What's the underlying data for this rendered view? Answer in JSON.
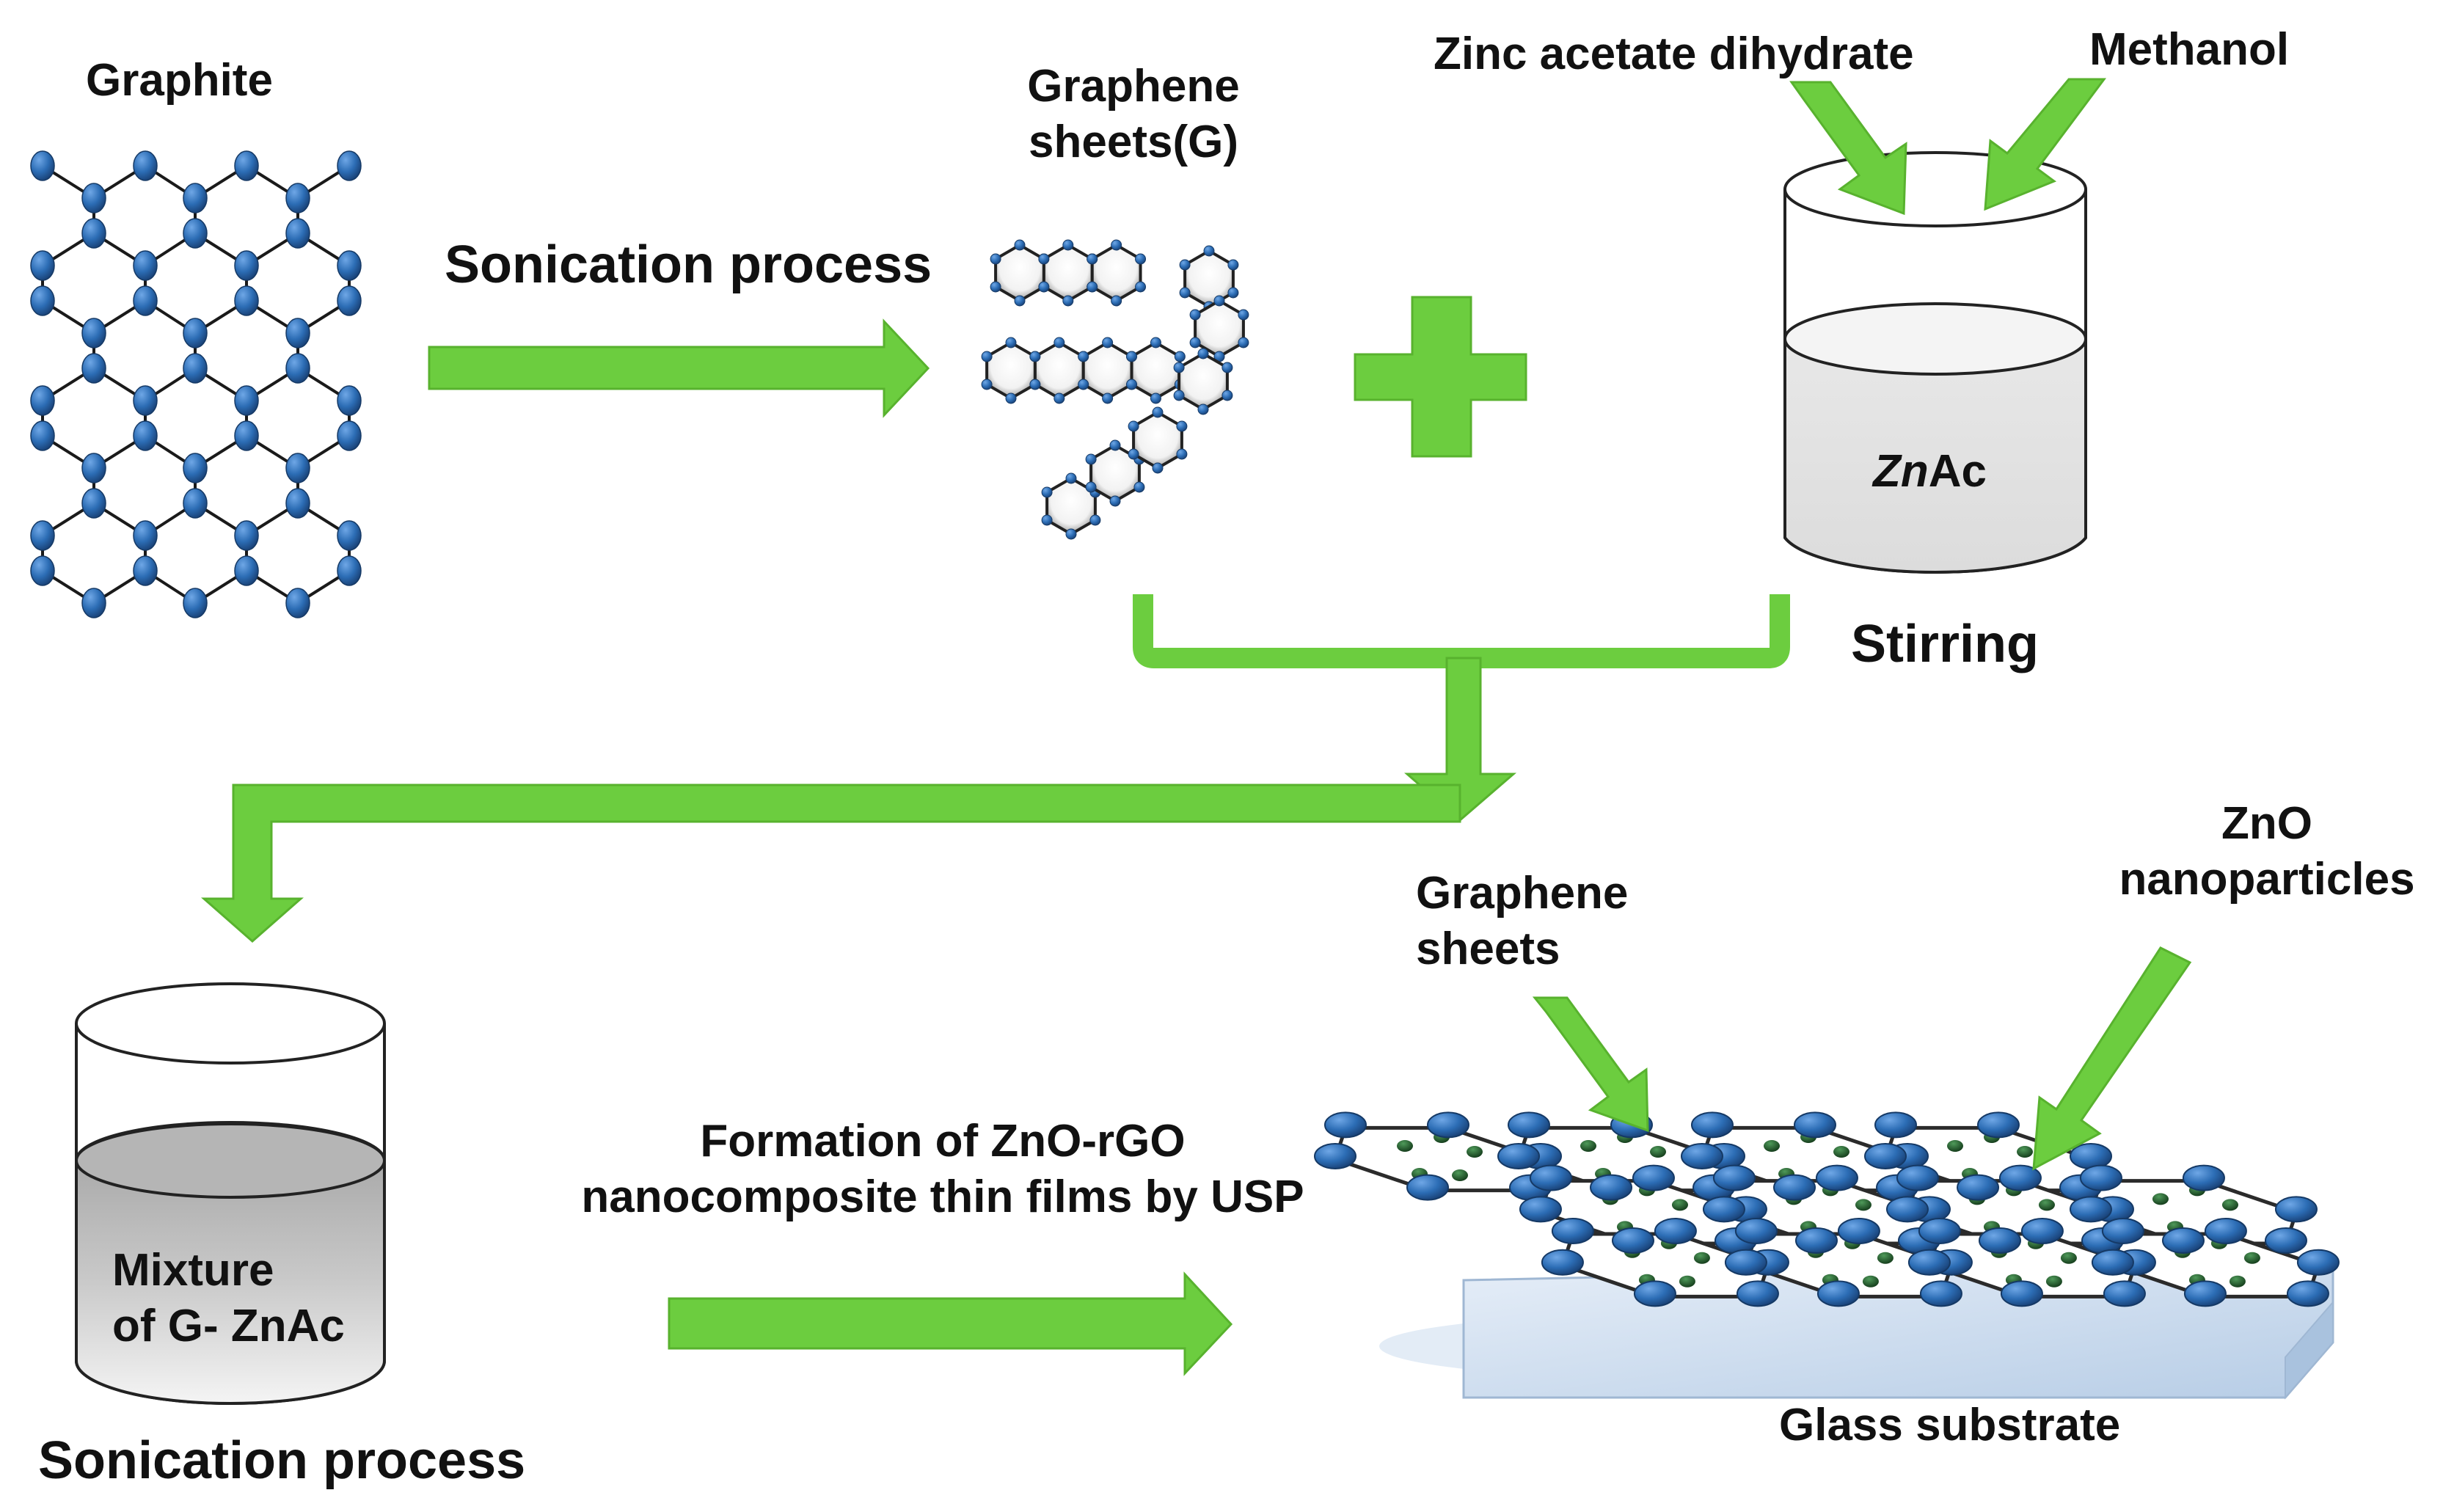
{
  "colors": {
    "arrow_green": "#6ccd3f",
    "arrow_green_edge": "#58b22e",
    "atom_blue": "#2c6db5",
    "atom_dark": "#1d4f8c",
    "zno_green": "#1e5a2a",
    "liquid_light": "#e4e4e4",
    "liquid_dark_top": "#a8a8a8",
    "liquid_dark_bottom": "#f0f0f0",
    "glass": "#c9dcef"
  },
  "labels": {
    "graphite": "Graphite",
    "sonication_top": "Sonication process",
    "graphene_sheets_g_line1": "Graphene",
    "graphene_sheets_g_line2": "sheets(G)",
    "zinc_acetate": "Zinc acetate dihydrate",
    "methanol": "Methanol",
    "znac_italic": "Zn",
    "znac_rest": "Ac",
    "stirring": "Stirring",
    "mixture_line1": "Mixture",
    "mixture_line2": "of G- ZnAc",
    "sonication_bottom": "Sonication process",
    "formation_line1": "Formation of ZnO-rGO",
    "formation_line2": "nanocomposite thin films by USP",
    "graphene_sheets_line1": "Graphene",
    "graphene_sheets_line2": "sheets",
    "zno_line1": "ZnO",
    "zno_line2": "nanoparticles",
    "glass_substrate": "Glass substrate"
  },
  "icons": {
    "graphite_lattice": "graphite-lattice-icon",
    "graphene_flakes": "graphene-sheets-icon",
    "plus": "plus-icon",
    "beaker_znac": "beaker-icon",
    "beaker_mixture": "beaker-icon",
    "thin_film": "zno-rgo-film-icon"
  }
}
